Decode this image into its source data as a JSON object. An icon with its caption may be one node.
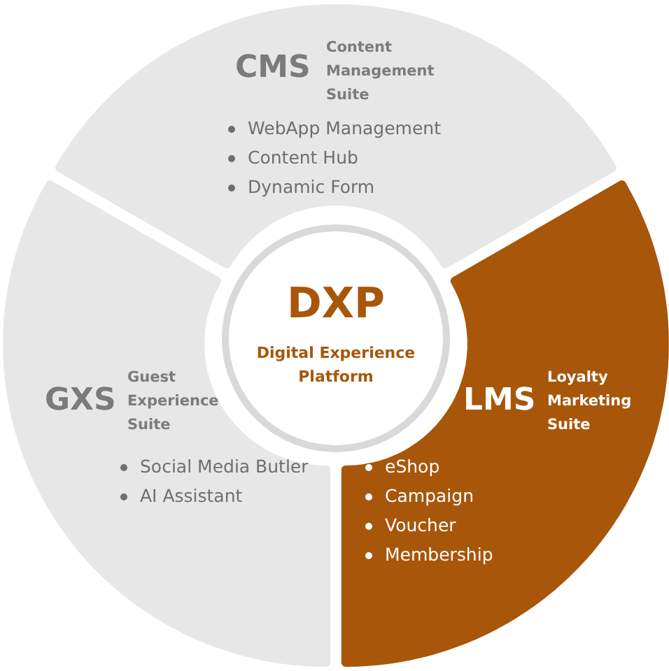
{
  "diagram": {
    "nodes": [
      {
        "text": [
          "CMS",
          "Content Management Suite",
          "WebApp Management",
          "Content Hub",
          "Dynamic Form"
        ]
      },
      {
        "text": [
          "GXS",
          "Guest Experience Suite",
          "Social Media Butler",
          "AI Assistant"
        ]
      },
      {
        "text": [
          "LMS",
          "Loyalty Marketing Suite",
          "eShop",
          "Campaign",
          "Voucher",
          "Membership"
        ]
      },
      {
        "text": [
          "DXP",
          "Digital Experience Platform"
        ]
      }
    ]
  }
}
